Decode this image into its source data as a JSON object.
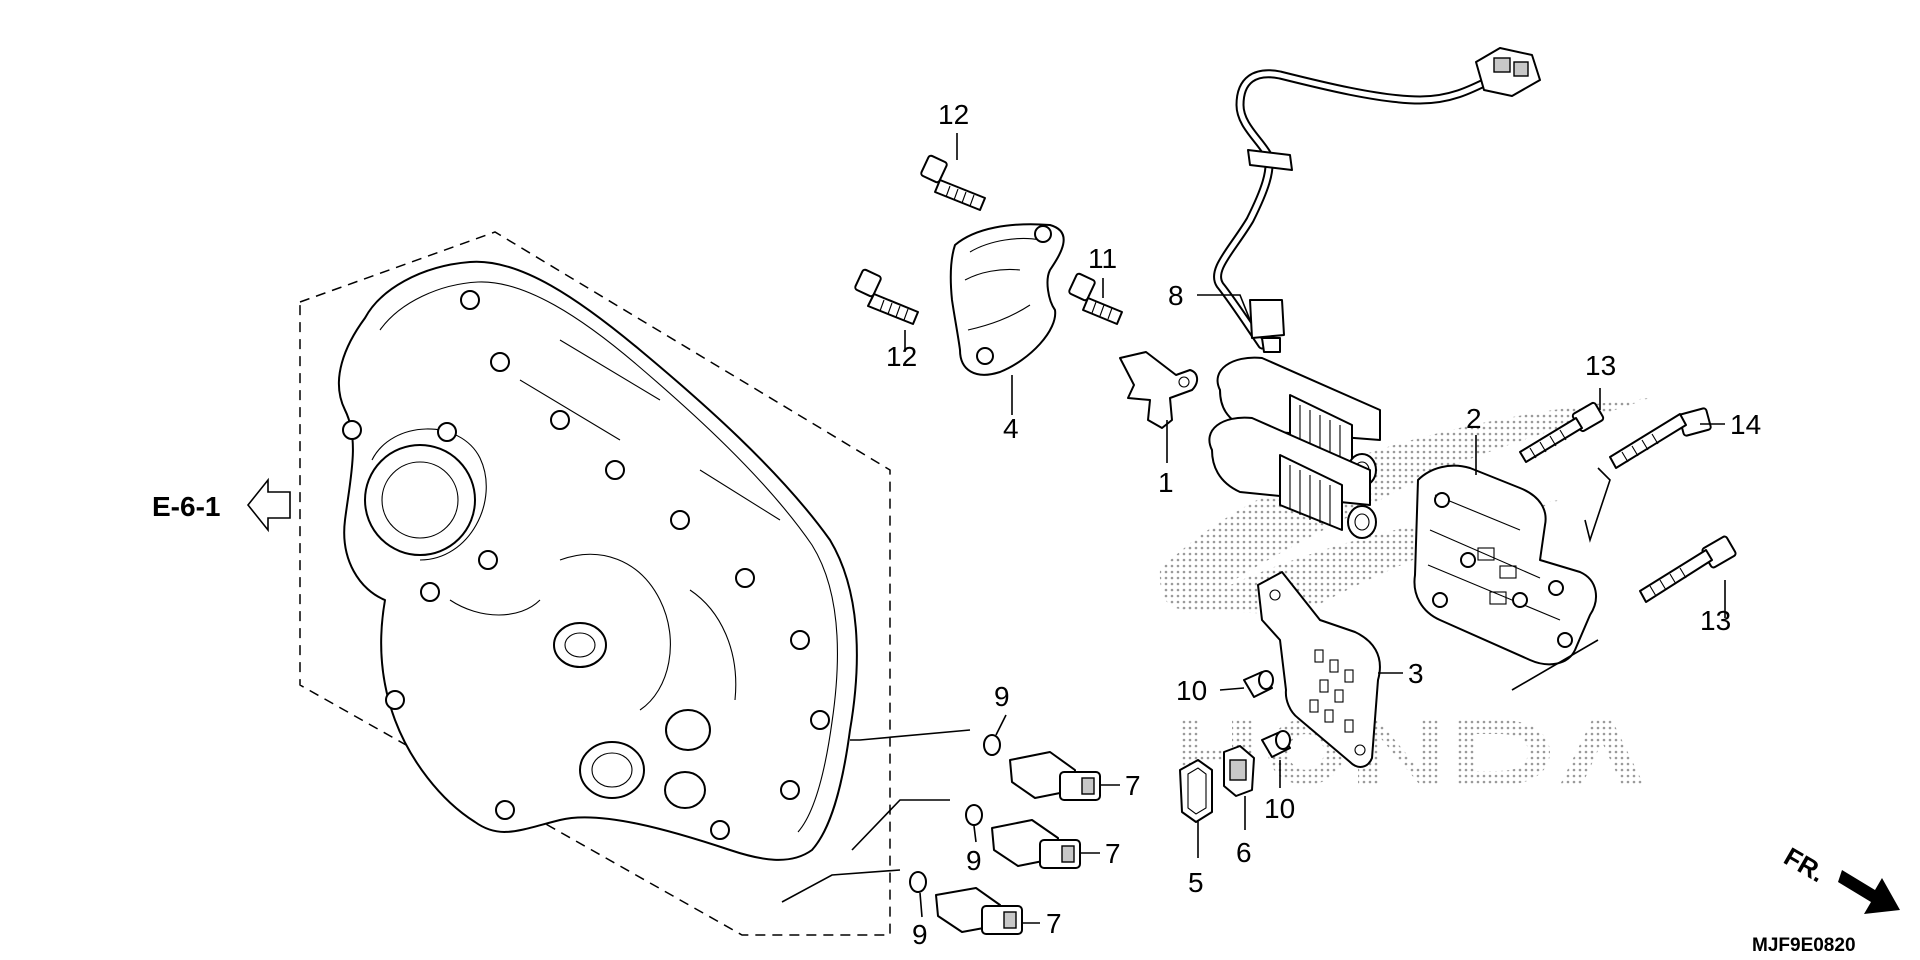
{
  "ref": {
    "label": "E-6-1"
  },
  "direction": {
    "label": "FR."
  },
  "diagram_code": "MJF9E0820",
  "watermark": {
    "brand": "HONDA"
  },
  "callouts": {
    "c1": "1",
    "c2": "2",
    "c3": "3",
    "c4": "4",
    "c5": "5",
    "c6": "6",
    "c7a": "7",
    "c7b": "7",
    "c7c": "7",
    "c8": "8",
    "c9a": "9",
    "c9b": "9",
    "c9c": "9",
    "c10a": "10",
    "c10b": "10",
    "c11": "11",
    "c12a": "12",
    "c12b": "12",
    "c13a": "13",
    "c13b": "13",
    "c14": "14"
  }
}
